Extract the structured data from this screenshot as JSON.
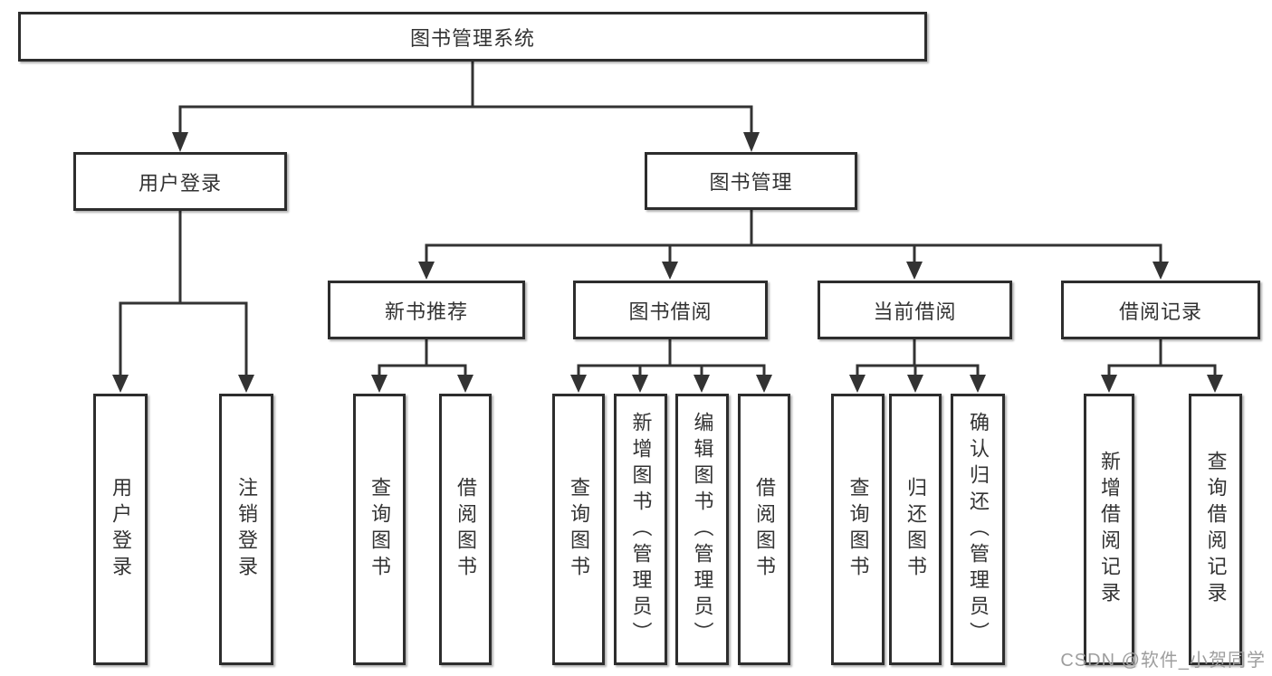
{
  "tree": {
    "root": "图书管理系统",
    "branches": [
      {
        "label": "用户登录",
        "children": [
          "用户登录",
          "注销登录"
        ]
      },
      {
        "label": "图书管理",
        "children": [
          {
            "label": "新书推荐",
            "children": [
              "查询图书",
              "借阅图书"
            ]
          },
          {
            "label": "图书借阅",
            "children": [
              "查询图书",
              "新增图书（管理员）",
              "编辑图书（管理员）",
              "借阅图书"
            ]
          },
          {
            "label": "当前借阅",
            "children": [
              "查询图书",
              "归还图书",
              "确认归还（管理员）"
            ]
          },
          {
            "label": "借阅记录",
            "children": [
              "新增借阅记录",
              "查询借阅记录"
            ]
          }
        ]
      }
    ]
  },
  "watermark": "CSDN @软件_小贺同学",
  "colors": {
    "line": "#333333",
    "box_border": "#2d2d2d",
    "box_fill": "#ffffff",
    "text": "#333333",
    "watermark": "#9e9e9e",
    "background": "#ffffff"
  }
}
